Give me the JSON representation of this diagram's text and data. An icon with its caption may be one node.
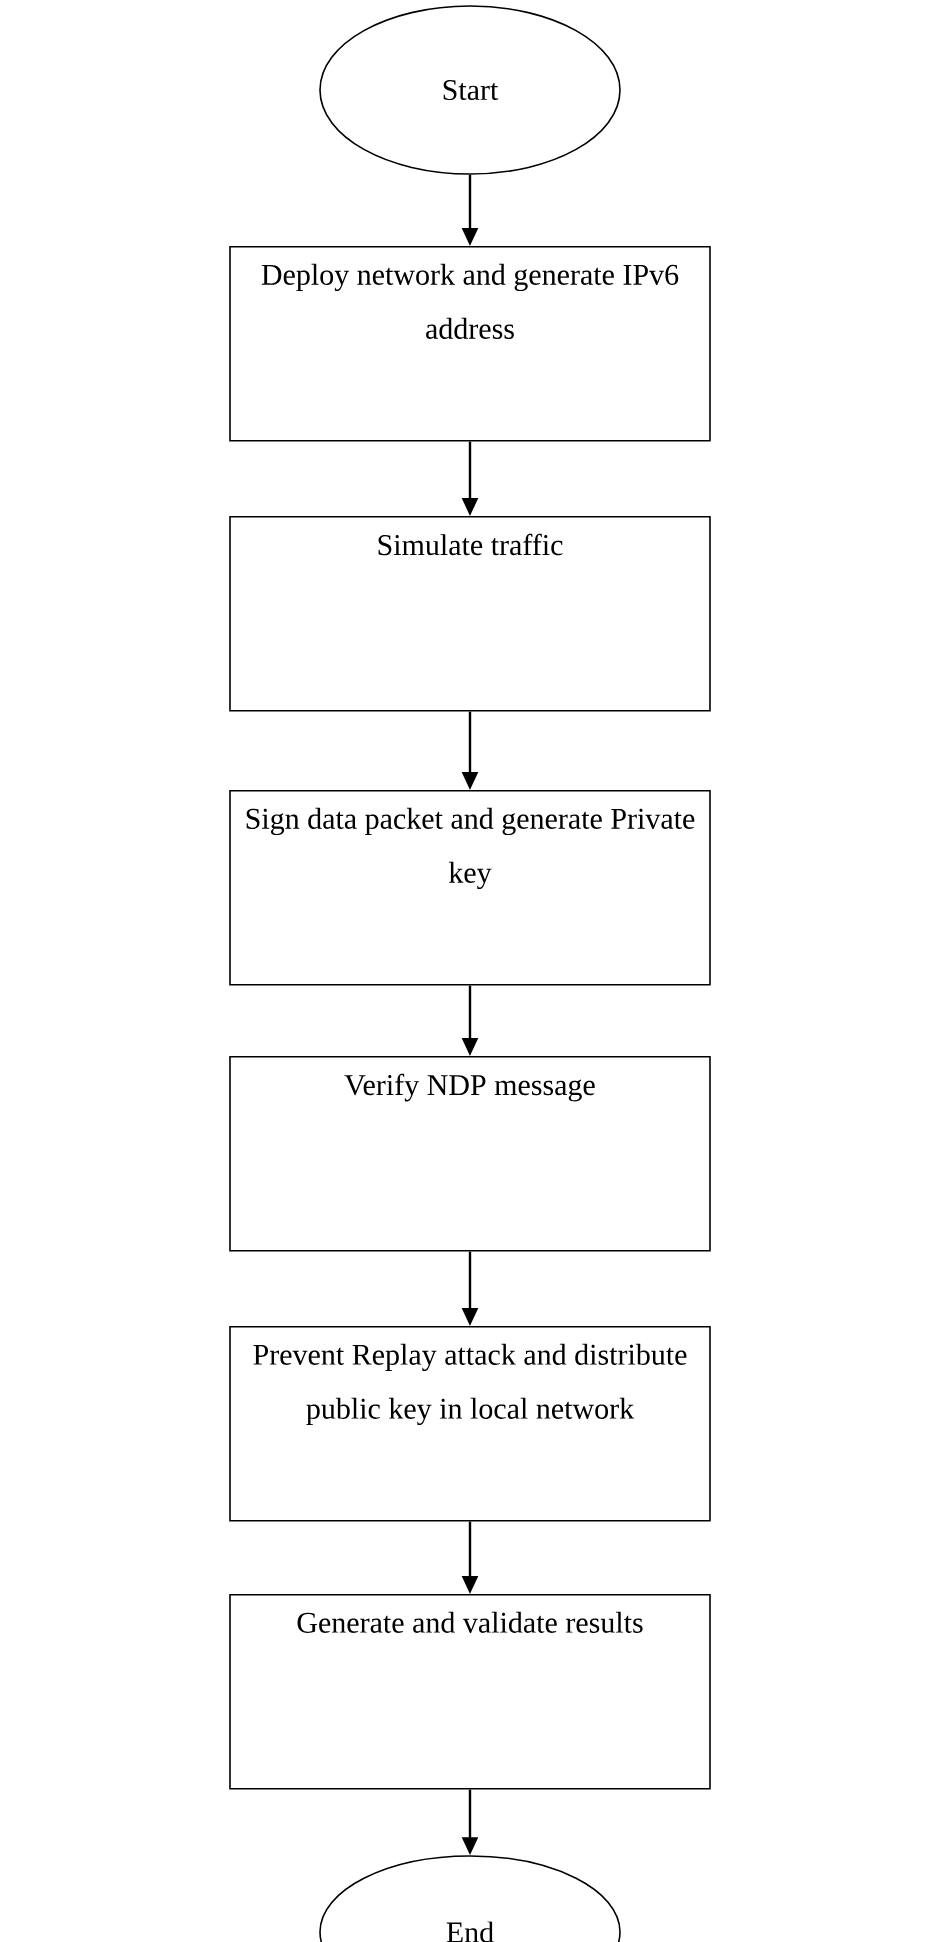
{
  "diagram": {
    "nodes": [
      {
        "text": [
          "Start"
        ]
      },
      {
        "text": [
          "Deploy network and generate IPv6 address"
        ]
      },
      {
        "text": [
          "Simulate traffic"
        ]
      },
      {
        "text": [
          "Sign data packet and generate Private key"
        ]
      },
      {
        "text": [
          "Verify NDP message"
        ]
      },
      {
        "text": [
          "Prevent Replay attack and distribute public key in local network"
        ]
      },
      {
        "text": [
          "Generate and validate results"
        ]
      },
      {
        "text": [
          "End"
        ]
      }
    ],
    "edges": [
      {
        "from": 0,
        "to": 1,
        "arrow": "to"
      },
      {
        "from": 1,
        "to": 2,
        "arrow": "to"
      },
      {
        "from": 2,
        "to": 3,
        "arrow": "to"
      },
      {
        "from": 3,
        "to": 4,
        "arrow": "to"
      },
      {
        "from": 4,
        "to": 5,
        "arrow": "to"
      },
      {
        "from": 5,
        "to": 6,
        "arrow": "to"
      },
      {
        "from": 6,
        "to": 7,
        "arrow": "to"
      }
    ]
  }
}
